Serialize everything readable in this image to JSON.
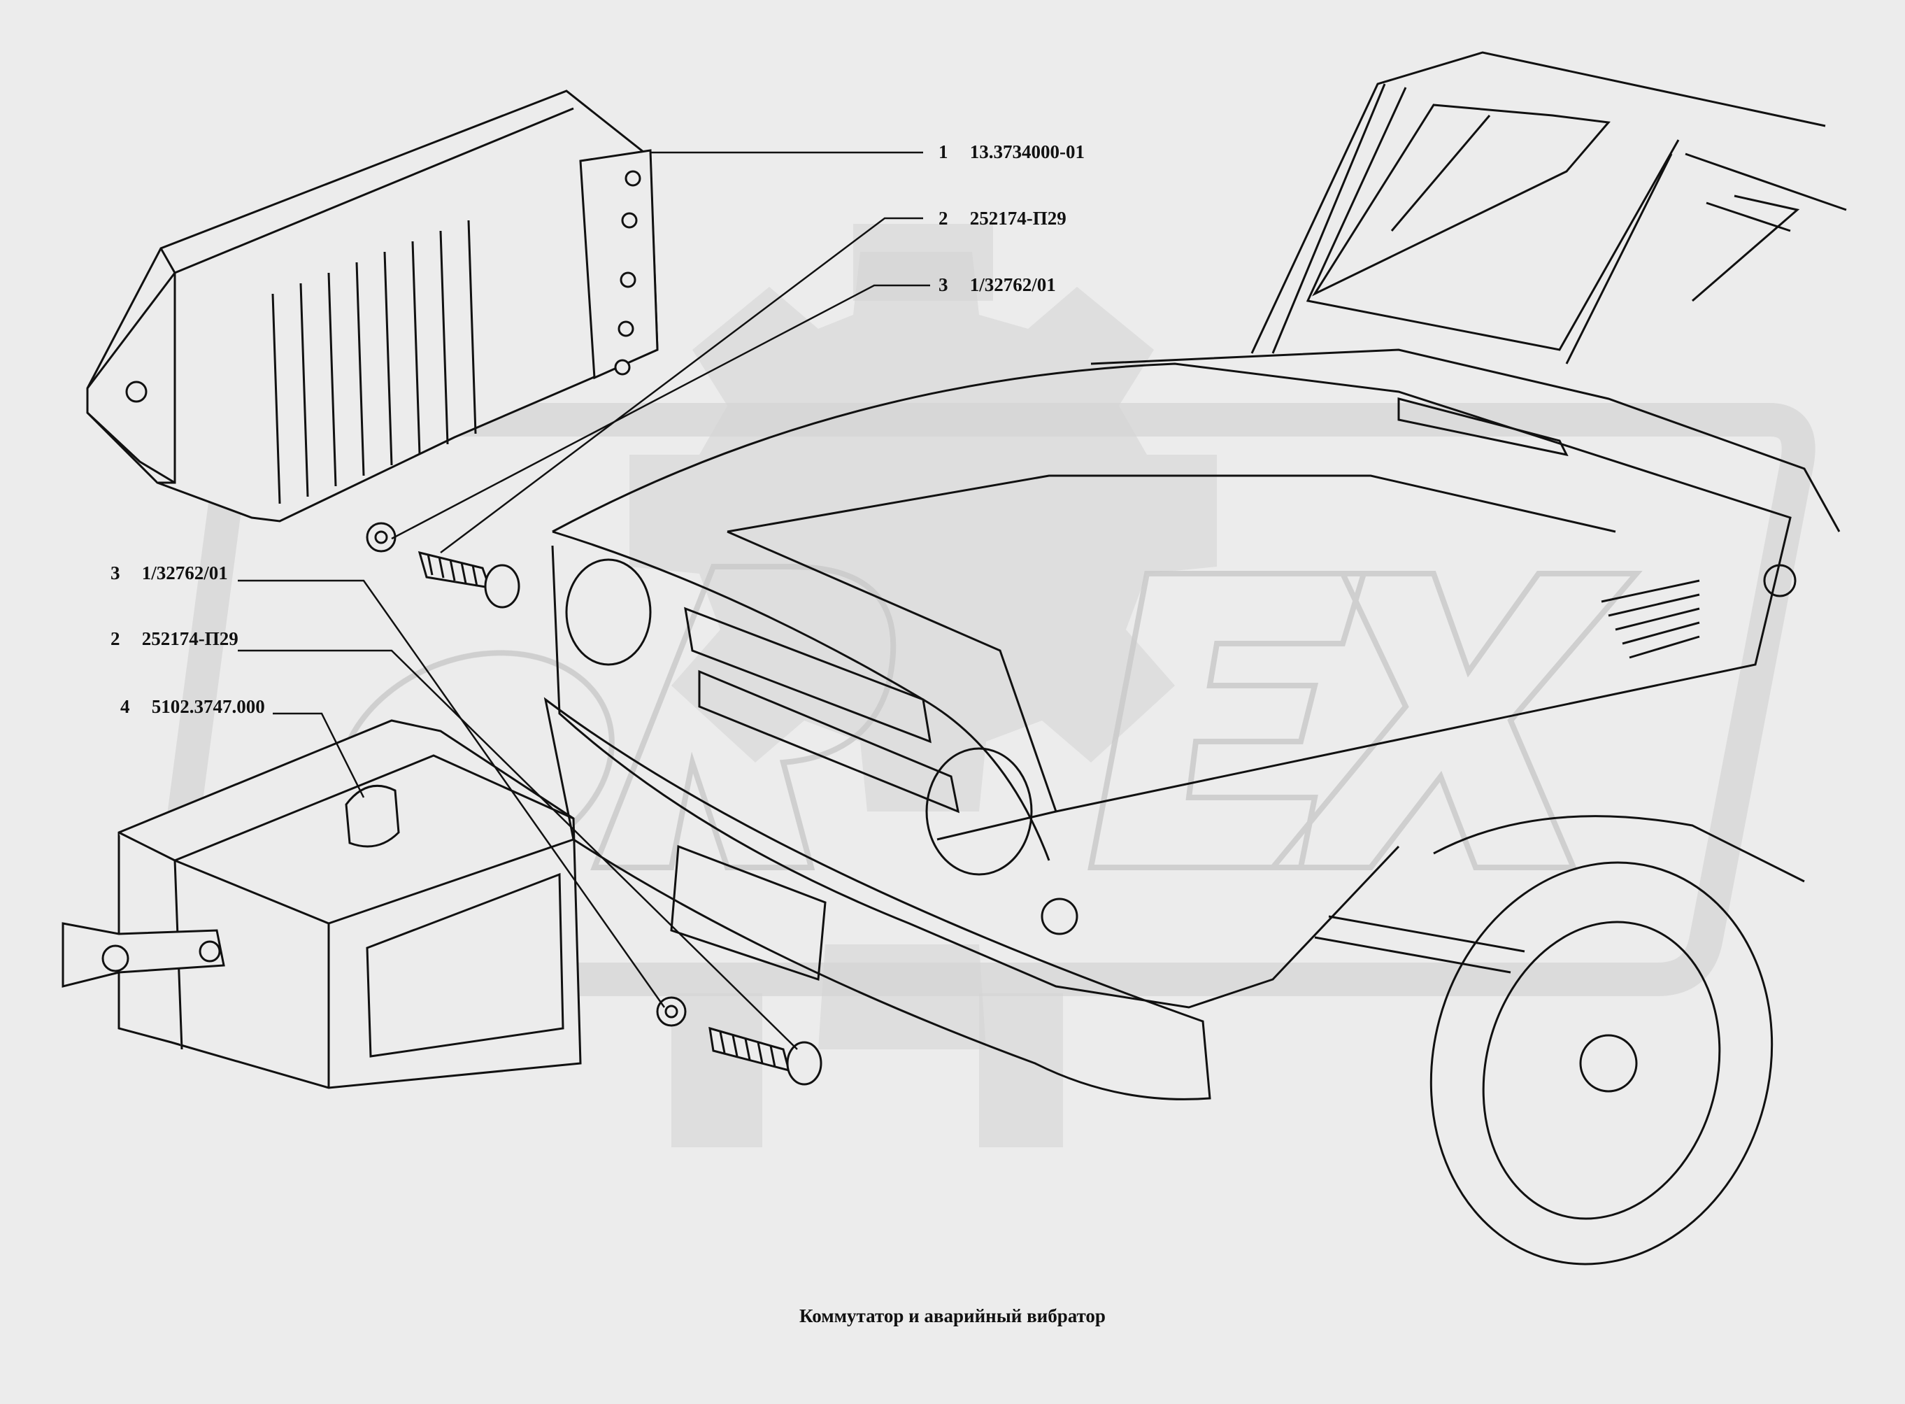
{
  "callouts": [
    {
      "num": "1",
      "code": "13.3734000-01"
    },
    {
      "num": "2",
      "code": "252174-П29"
    },
    {
      "num": "3",
      "code": "1/32762/01"
    },
    {
      "num": "3",
      "code": "1/32762/01"
    },
    {
      "num": "2",
      "code": "252174-П29"
    },
    {
      "num": "4",
      "code": "5102.3747.000"
    }
  ],
  "caption": "Коммутатор и аварийный вибратор",
  "watermark": "REX",
  "colors": {
    "background": "#ececec",
    "watermark": "#d2d2d2",
    "line": "#111111"
  }
}
